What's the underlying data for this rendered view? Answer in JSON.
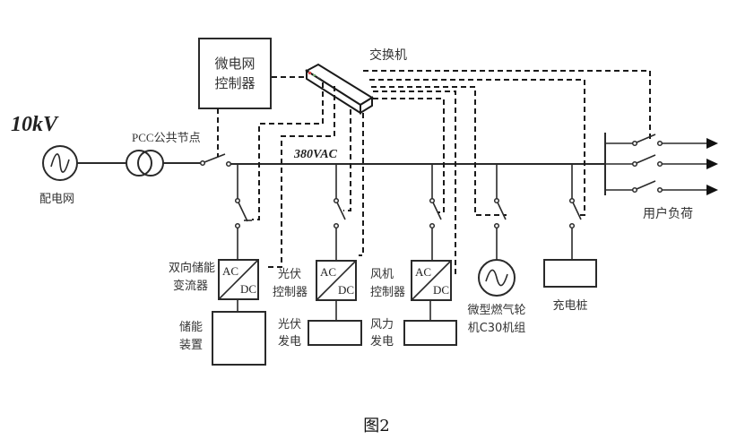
{
  "diagram": {
    "caption": "图2",
    "grid": {
      "voltage_label": "10kV",
      "source_label": "配电网",
      "pcc_label": "PCC公共节点"
    },
    "bus_label": "380VAC",
    "controller": {
      "line1": "微电网",
      "line2": "控制器"
    },
    "switch_label": "交换机",
    "feeders": [
      {
        "id": "storage",
        "converter": {
          "top": "AC",
          "bottom": "DC"
        },
        "converter_label": [
          "双向储能",
          "变流器"
        ],
        "device_label": [
          "储能",
          "装置"
        ]
      },
      {
        "id": "pv",
        "converter": {
          "top": "AC",
          "bottom": "DC"
        },
        "converter_label": [
          "光伏",
          "控制器"
        ],
        "device_label": [
          "光伏",
          "发电"
        ]
      },
      {
        "id": "wind",
        "converter": {
          "top": "AC",
          "bottom": "DC"
        },
        "converter_label": [
          "风机",
          "控制器"
        ],
        "device_label": [
          "风力",
          "发电"
        ]
      },
      {
        "id": "microturbine",
        "device_label": [
          "微型燃气轮",
          "机C30机组"
        ]
      },
      {
        "id": "charging",
        "device_label": [
          "充电桩"
        ]
      }
    ],
    "load": {
      "label": "用户负荷",
      "branch_count": 3
    }
  }
}
